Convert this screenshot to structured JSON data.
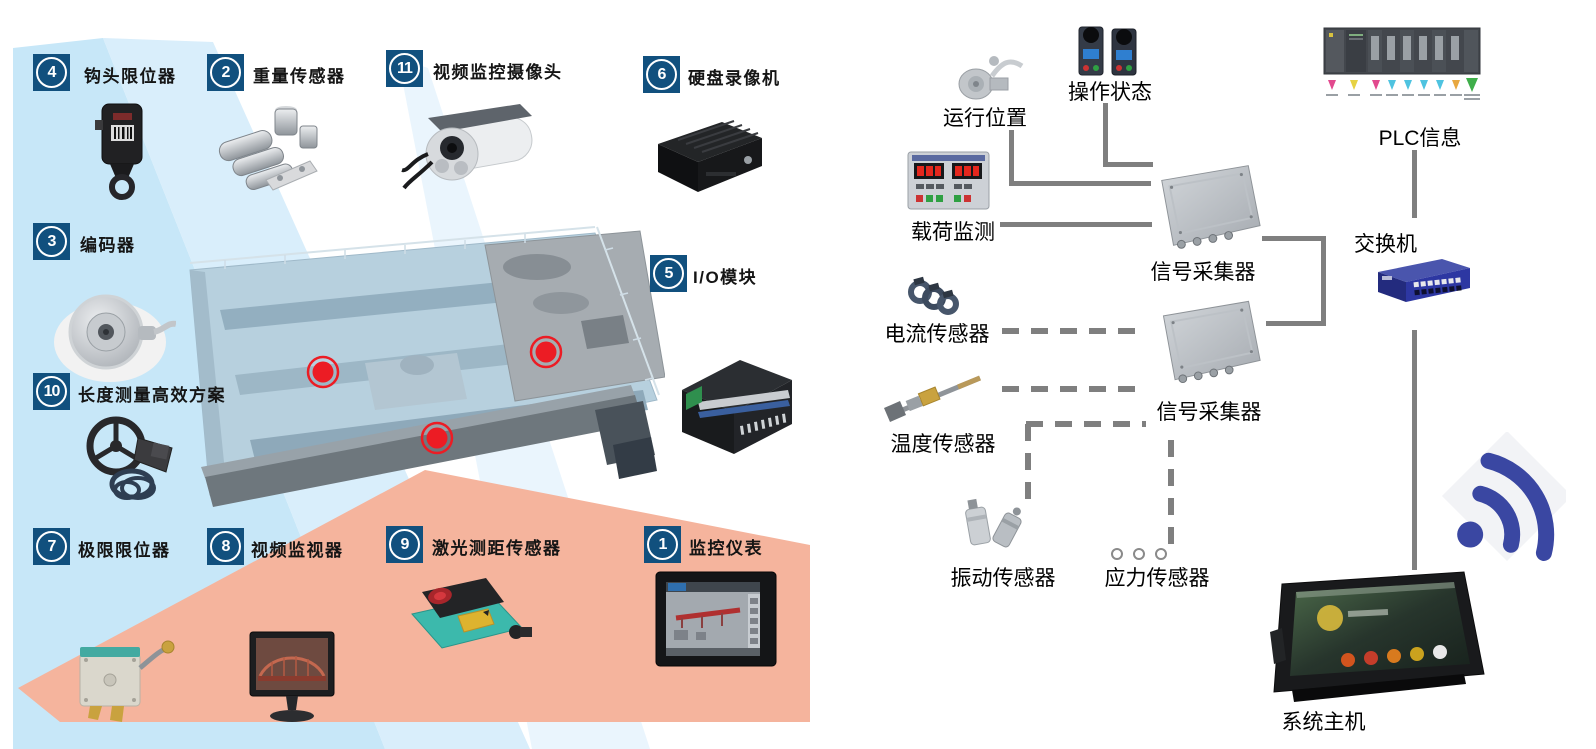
{
  "left_panel": {
    "items": [
      {
        "num": "4",
        "label": "钩头限位器",
        "icon": "hook-limiter-image"
      },
      {
        "num": "2",
        "label": "重量传感器",
        "icon": "weight-sensor-image"
      },
      {
        "num": "11",
        "label": "视频监控摄像头",
        "icon": "surveillance-camera-image"
      },
      {
        "num": "6",
        "label": "硬盘录像机",
        "icon": "dvr-image"
      },
      {
        "num": "3",
        "label": "编码器",
        "icon": "encoder-image"
      },
      {
        "num": "5",
        "label": "I/O模块",
        "icon": "io-module-image"
      },
      {
        "num": "10",
        "label": "长度测量高效方案",
        "icon": "length-measure-image"
      },
      {
        "num": "7",
        "label": "极限限位器",
        "icon": "limit-switch-image"
      },
      {
        "num": "8",
        "label": "视频监视器",
        "icon": "video-monitor-image"
      },
      {
        "num": "9",
        "label": "激光测距传感器",
        "icon": "laser-sensor-image"
      },
      {
        "num": "1",
        "label": "监控仪表",
        "icon": "monitor-instrument-image"
      }
    ],
    "badge_color": "#11507e",
    "wedge_colors": {
      "deep_blue": "#c7e7f8",
      "mid_blue": "#d9eefb",
      "light_blue": "#eaf5fd",
      "salmon": "#f5b49d"
    },
    "marker_color": "#ec1c24",
    "marker_count": 3
  },
  "right_panel": {
    "labels": {
      "run_position": "运行位置",
      "op_status": "操作状态",
      "plc_info": "PLC信息",
      "load_monitor": "载荷监测",
      "collector1": "信号采集器",
      "switch": "交换机",
      "current_sensor": "电流传感器",
      "collector2": "信号采集器",
      "temp_sensor": "温度传感器",
      "vibration_sensor": "振动传感器",
      "stress_sensor": "应力传感器",
      "system_host": "系统主机"
    },
    "icons": [
      "rotary-encoder-image",
      "joystick-controllers-image",
      "plc-rack-image",
      "load-display-image",
      "signal-collector-image",
      "network-switch-image",
      "current-sensor-image",
      "signal-collector-image",
      "temperature-probe-image",
      "vibration-sensor-image",
      "ellipsis-dots",
      "tablet-host-image",
      "wifi-icon"
    ],
    "line_color": "#7f7f7f",
    "wifi_color": "#3a47a2"
  }
}
